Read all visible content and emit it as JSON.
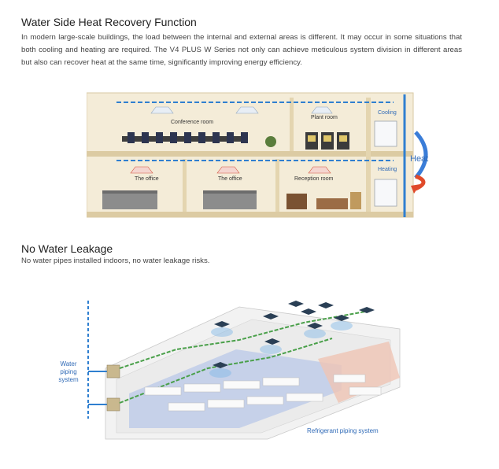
{
  "section1": {
    "title": "Water Side Heat Recovery Function",
    "body": "In modern large-scale buildings, the load between the internal and external areas is different. It may occur in some situations that both cooling and heating are required. The V4 PLUS W Series not only can achieve meticulous system division in different areas but also can recover heat at the same time, significantly improving energy efficiency."
  },
  "diagram1": {
    "labels": {
      "conference": "Conference room",
      "plant": "Plant room",
      "cooling": "Cooling",
      "heat": "Heat",
      "office1": "The office",
      "office2": "The office",
      "reception": "Reception room",
      "heating": "Heating"
    },
    "colors": {
      "pipe": "#2f7fd0",
      "heat_arrow_top": "#3a7dd8",
      "heat_arrow_bottom": "#e04a2a",
      "wall": "#f3ead6"
    }
  },
  "section2": {
    "title": "No Water Leakage",
    "body": "No water pipes installed indoors, no water leakage risks."
  },
  "diagram2": {
    "labels": {
      "water_line1": "Water",
      "water_line2": "piping",
      "water_line3": "system",
      "refrigerant": "Refrigerant piping system"
    },
    "colors": {
      "water_pipe": "#2f7fd0",
      "refrigerant_pipe": "#4aa04a",
      "zone_blue": "#b7c6e8",
      "zone_red": "#efc4b4"
    }
  }
}
